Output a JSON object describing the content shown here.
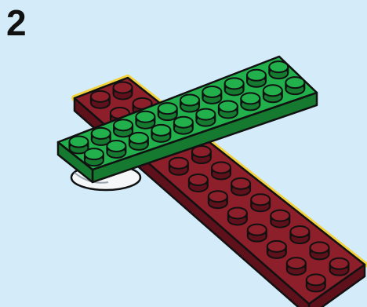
{
  "step": {
    "number": "2"
  },
  "pieces": [
    {
      "name": "dark-red-plate",
      "color": "dark red",
      "studs": "2x12"
    },
    {
      "name": "green-plate",
      "color": "green",
      "studs": "2x10"
    },
    {
      "name": "white-round-piece",
      "color": "white"
    }
  ],
  "colors": {
    "background": "#d4ebf9",
    "outline": "#111111",
    "highlight": "#f3d23a",
    "red_top": "#8c1f2a",
    "red_side": "#5e111a",
    "green_top": "#22b04c",
    "green_side": "#157a30",
    "white": "#f4f6f8"
  }
}
